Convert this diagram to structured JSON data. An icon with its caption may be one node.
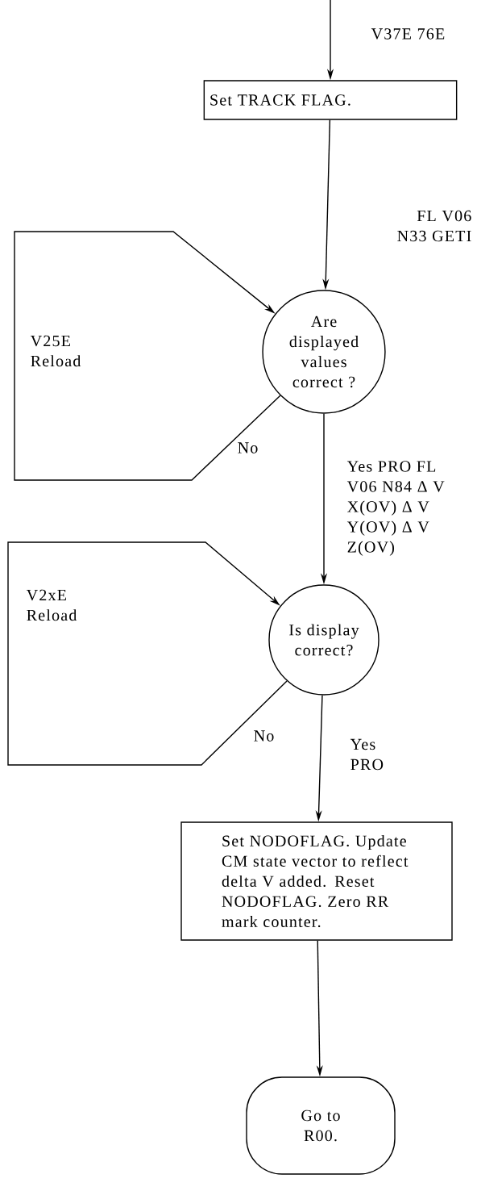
{
  "diagram": {
    "nodes": [
      {
        "text": [
          "Set TRACK FLAG."
        ]
      },
      {
        "text": [
          "Are displayed values correct ?"
        ]
      },
      {
        "text": [
          "Is display correct?"
        ]
      },
      {
        "text": [
          "Set NODOFLAG. Update CM state vector to reflect delta V added. Reset NODOFLAG. Zero RR mark counter."
        ]
      },
      {
        "text": [
          "Go to R00."
        ]
      }
    ],
    "edges": [
      {
        "from": null,
        "to": 0,
        "arrow": "to",
        "label": "V37E 76E"
      },
      {
        "from": 0,
        "to": 1,
        "arrow": "to",
        "label": "FL V06 N33 GETI"
      },
      {
        "from": 1,
        "to": 1,
        "arrow": "to",
        "label": "No"
      },
      {
        "from": 1,
        "to": 2,
        "arrow": "to",
        "label": "Yes PRO FL V06 N84 Δ V X(OV) Δ V Y(OV) Δ V Z(OV)"
      },
      {
        "from": 2,
        "to": 2,
        "arrow": "to",
        "label": "No"
      },
      {
        "from": 2,
        "to": 3,
        "arrow": "to",
        "label": "Yes PRO"
      },
      {
        "from": 3,
        "to": 4,
        "arrow": "to"
      }
    ],
    "labels": [
      "V25E Reload",
      "V2xE Reload"
    ]
  }
}
